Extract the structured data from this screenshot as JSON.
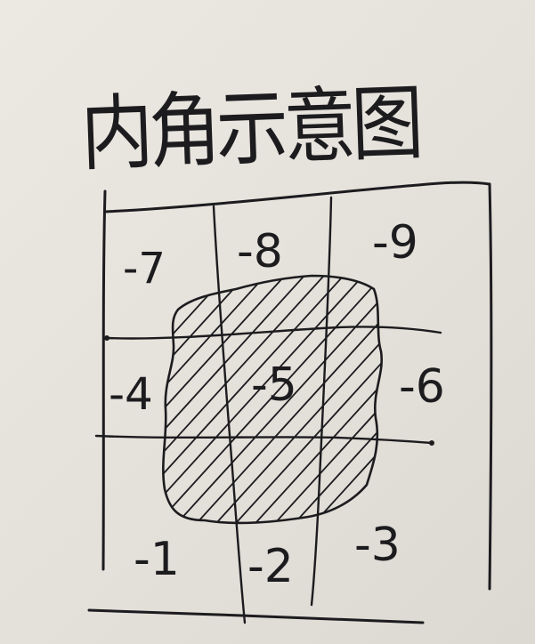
{
  "title": "内角示意图",
  "cells": {
    "top_left": "-7",
    "top_middle": "-8",
    "top_right": "-9",
    "middle_left": "-4",
    "center": "-5",
    "middle_right": "-6",
    "bottom_left": "-1",
    "bottom_middle": "-2",
    "bottom_right": "-3"
  },
  "colors": {
    "ink": "#1c1c1f",
    "paper": "#e7e3dd"
  }
}
